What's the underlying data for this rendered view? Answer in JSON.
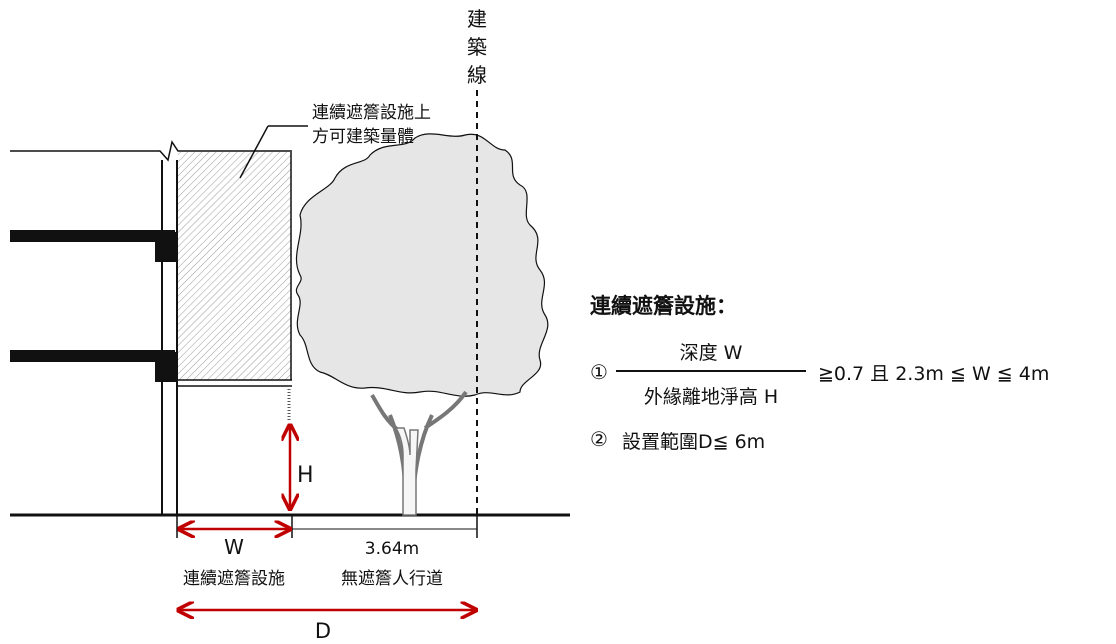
{
  "diagram": {
    "building_line_label": [
      "建",
      "築",
      "線"
    ],
    "canopy_note_line1": "連續遮簷設施上",
    "canopy_note_line2": "方可建築量體",
    "label_h": "H",
    "label_w": "W",
    "label_w_caption": "連續遮簷設施",
    "sidewalk_width": "3.64m",
    "sidewalk_caption": "無遮簷人行道",
    "label_d": "D",
    "colors": {
      "line": "#111111",
      "dimension_arrow": "#c00000",
      "tree_fill": "#e6e6e6",
      "hatch": "#9a9a9a"
    }
  },
  "formula": {
    "title": "連續遮簷設施：",
    "item1_marker": "①",
    "numerator": "深度 W",
    "denominator": "外緣離地淨高 H",
    "condition": "≧0.7 且 2.3m ≦ W ≦ 4m",
    "item2_marker": "②",
    "item2_text": "設置範圍D≦ 6m"
  }
}
